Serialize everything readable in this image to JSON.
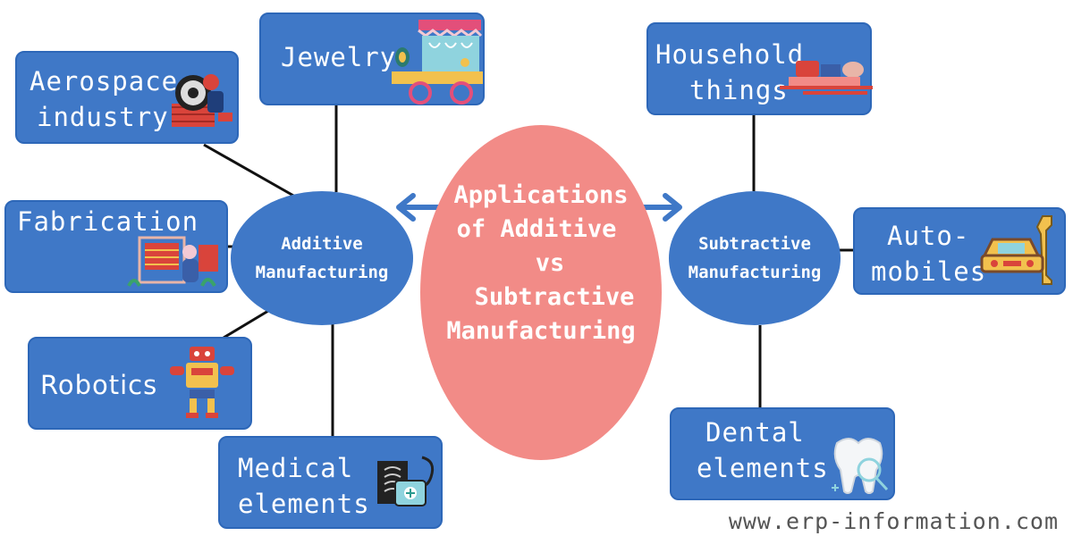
{
  "center": {
    "lines": [
      "Applications",
      "of Additive",
      "vs",
      "Subtractive",
      "Manufacturing"
    ]
  },
  "additive": {
    "hub_lines": [
      "Additive",
      "Manufacturing"
    ],
    "items": {
      "aerospace": {
        "lines": [
          "Aerospace",
          "industry"
        ],
        "icon": "aerospace-engine-icon"
      },
      "jewelry": {
        "lines": [
          "Jewelry"
        ],
        "icon": "jewelry-cart-icon"
      },
      "fabrication": {
        "lines": [
          "Fabrication"
        ],
        "icon": "fabrication-loom-icon"
      },
      "robotics": {
        "lines": [
          "Robotics"
        ],
        "icon": "robot-icon"
      },
      "medical": {
        "lines": [
          "Medical",
          "elements"
        ],
        "icon": "medical-kit-icon"
      }
    }
  },
  "subtractive": {
    "hub_lines": [
      "Subtractive",
      "Manufacturing"
    ],
    "items": {
      "household": {
        "lines": [
          "Household",
          "things"
        ],
        "icon": "household-dishes-icon"
      },
      "automobiles": {
        "lines": [
          "Auto-",
          "mobiles"
        ],
        "icon": "car-wrench-icon"
      },
      "dental": {
        "lines": [
          "Dental",
          "elements"
        ],
        "icon": "tooth-icon"
      }
    }
  },
  "watermark": "www.erp-information.com",
  "colors": {
    "box": "#3f78c7",
    "center": "#f28b87",
    "connector": "#111111",
    "arrow": "#3f78c7"
  }
}
